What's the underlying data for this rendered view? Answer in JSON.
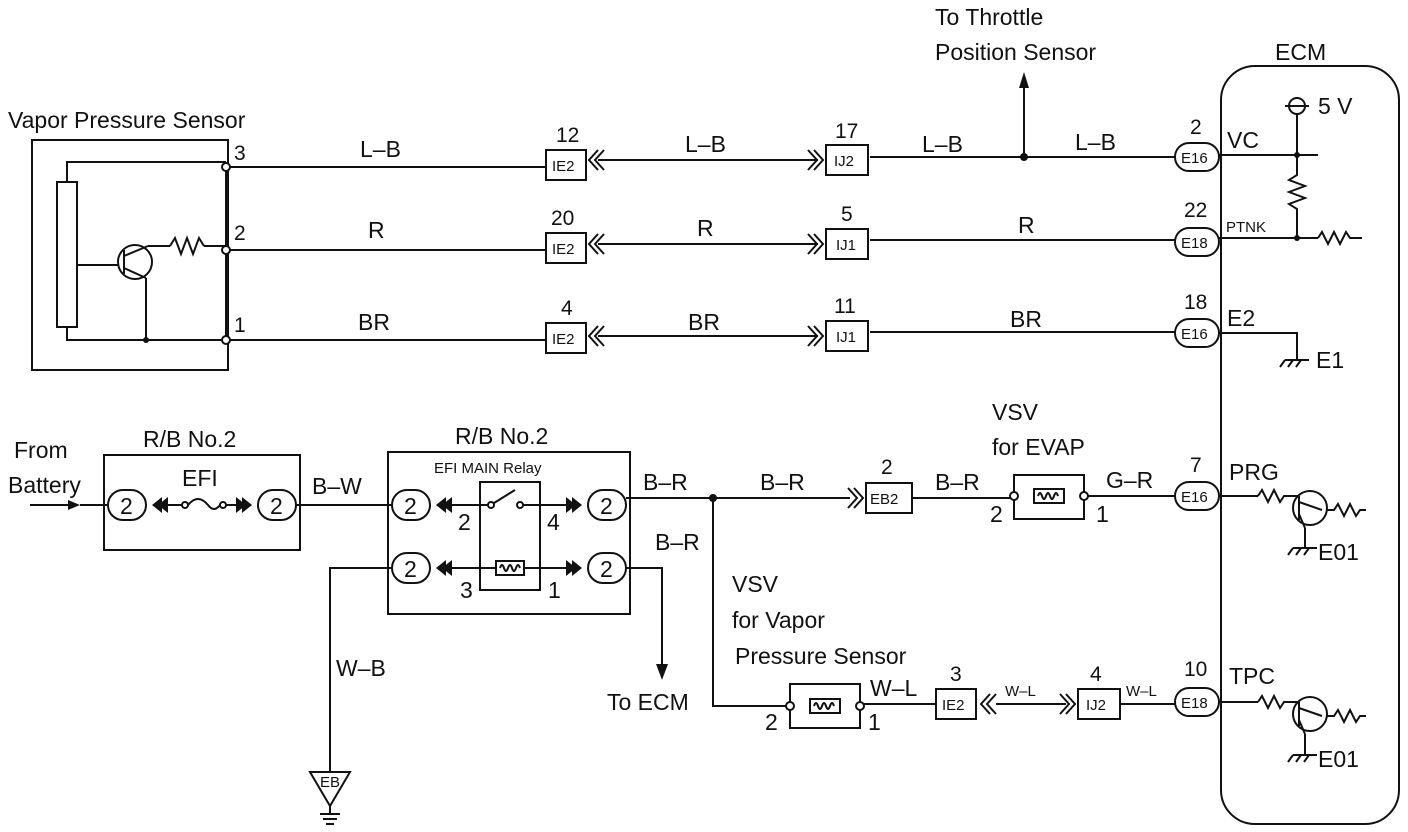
{
  "components": {
    "vapor_sensor": "Vapor Pressure Sensor",
    "ecm": "ECM",
    "throttle_line1": "To Throttle",
    "throttle_line2": "Position Sensor",
    "five_v": "5 V",
    "from_battery_1": "From",
    "from_battery_2": "Battery",
    "rb1_title": "R/B No.2",
    "rb2_title": "R/B No.2",
    "relay_title": "EFI MAIN Relay",
    "efi": "EFI",
    "vsv_evap_1": "VSV",
    "vsv_evap_2": "for EVAP",
    "vsv_vapor_1": "VSV",
    "vsv_vapor_2": "for Vapor",
    "vsv_vapor_3": "Pressure Sensor",
    "to_ecm": "To ECM",
    "ground_eb": "EB"
  },
  "sensor_pins": [
    "3",
    "2",
    "1"
  ],
  "wires": {
    "lb": "L–B",
    "r": "R",
    "br": "BR",
    "bw": "B–W",
    "br_red": "B–R",
    "gr": "G–R",
    "wb": "W–B",
    "wl": "W–L"
  },
  "connectors": {
    "ie2": "IE2",
    "ij2": "IJ2",
    "ij1": "IJ1",
    "e16": "E16",
    "e18": "E18",
    "eb2": "EB2",
    "two": "2"
  },
  "pin_numbers": {
    "ie2_12": "12",
    "ie2_20": "20",
    "ie2_4": "4",
    "ie2_3": "3",
    "ij2_17": "17",
    "ij1_5": "5",
    "ij1_11": "11",
    "ij2_4": "4",
    "ecm_2": "2",
    "ecm_22": "22",
    "ecm_18": "18",
    "ecm_7": "7",
    "ecm_10": "10",
    "eb2_2": "2",
    "relay_2": "2",
    "relay_4": "4",
    "relay_3": "3",
    "relay_1": "1",
    "vsv_e_2": "2",
    "vsv_e_1": "1",
    "vsv_v_2": "2",
    "vsv_v_1": "1"
  },
  "ecm_terminals": {
    "vc": "VC",
    "ptnk": "PTNK",
    "e2": "E2",
    "e1": "E1",
    "prg": "PRG",
    "e01a": "E01",
    "tpc": "TPC",
    "e01b": "E01"
  }
}
